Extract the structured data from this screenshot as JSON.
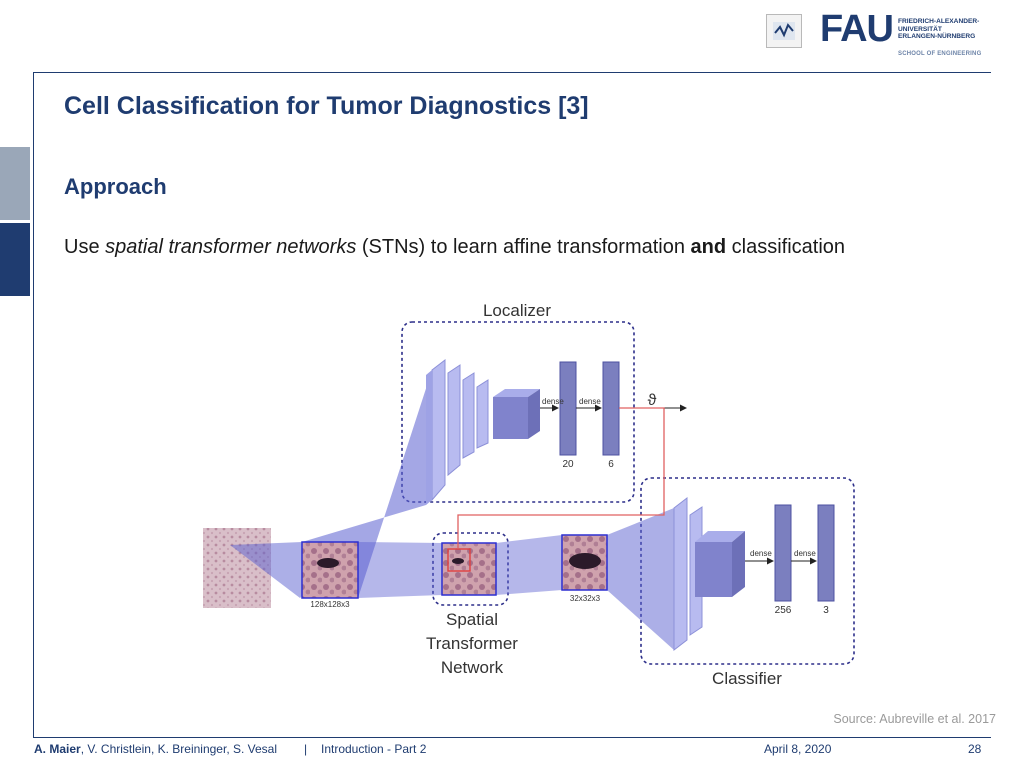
{
  "header": {
    "fau_wordmark": "FAU",
    "university_lines": [
      "FRIEDRICH-ALEXANDER-",
      "UNIVERSITÄT",
      "ERLANGEN-NÜRNBERG"
    ],
    "school": "SCHOOL OF ENGINEERING",
    "brand_color": "#1f3c70"
  },
  "slide": {
    "title": "Cell Classification for Tumor Diagnostics [3]",
    "section": "Approach",
    "text_lead": "Use ",
    "text_italic": "spatial transformer networks",
    "text_mid": " (STNs) to learn affine transformation ",
    "text_bold": "and",
    "text_tail": " classification"
  },
  "figure": {
    "localizer_label": "Localizer",
    "classifier_label": "Classifier",
    "stn_label_lines": [
      "Spatial",
      "Transformer",
      "Network"
    ],
    "input_size_label": "128x128x3",
    "output_size_label": "32x32x3",
    "theta_label": "ϑ",
    "dense_label": "dense",
    "localizer_dense_sizes": [
      "20",
      "6"
    ],
    "classifier_dense_sizes": [
      "256",
      "3"
    ]
  },
  "source": "Source: Aubreville et al. 2017",
  "footer": {
    "author_bold": "A. Maier",
    "authors_rest": ", V. Christlein, K. Breininger, S. Vesal",
    "separator": "|",
    "lecture": "Introduction - Part 2",
    "date": "April 8, 2020",
    "page": "28"
  }
}
